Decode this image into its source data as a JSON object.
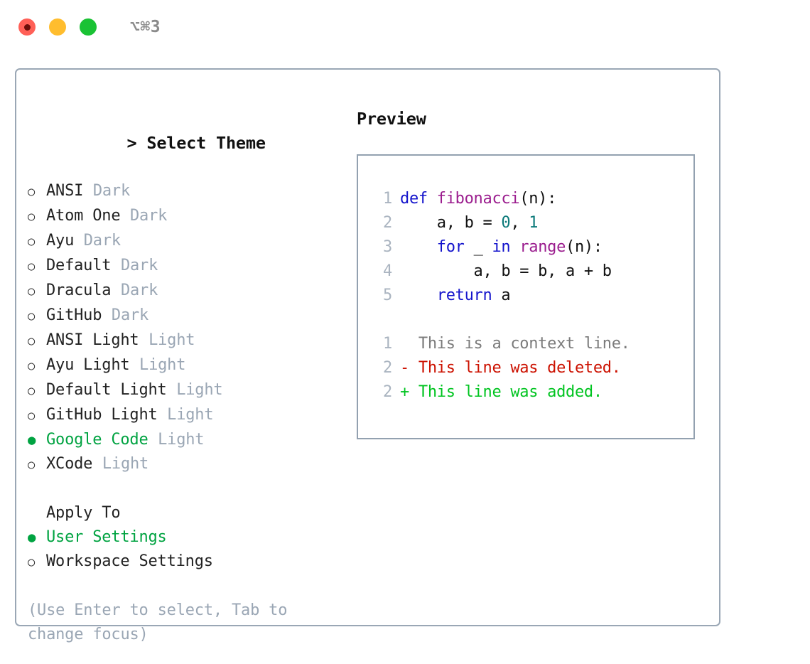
{
  "titlebar": {
    "close_label": "close",
    "minimize_label": "minimize",
    "maximize_label": "maximize",
    "shortcut": "⌥⌘3"
  },
  "theme_panel": {
    "header": "> Select Theme",
    "caret": ">",
    "header_text": "Select Theme",
    "marker_unselected": "○",
    "marker_selected": "●",
    "options": [
      {
        "label": "ANSI",
        "tag": "Dark",
        "selected": false
      },
      {
        "label": "Atom One",
        "tag": "Dark",
        "selected": false
      },
      {
        "label": "Ayu",
        "tag": "Dark",
        "selected": false
      },
      {
        "label": "Default",
        "tag": "Dark",
        "selected": false
      },
      {
        "label": "Dracula",
        "tag": "Dark",
        "selected": false
      },
      {
        "label": "GitHub",
        "tag": "Dark",
        "selected": false
      },
      {
        "label": "ANSI Light",
        "tag": "Light",
        "selected": false
      },
      {
        "label": "Ayu Light",
        "tag": "Light",
        "selected": false
      },
      {
        "label": "Default Light",
        "tag": "Light",
        "selected": false
      },
      {
        "label": "GitHub Light",
        "tag": "Light",
        "selected": false
      },
      {
        "label": "Google Code",
        "tag": "Light",
        "selected": true
      },
      {
        "label": "XCode",
        "tag": "Light",
        "selected": false
      }
    ]
  },
  "apply_to": {
    "header": "Apply To",
    "options": [
      {
        "label": "User Settings",
        "selected": true
      },
      {
        "label": "Workspace Settings",
        "selected": false
      }
    ]
  },
  "hint": "(Use Enter to select, Tab to change focus)",
  "preview": {
    "title": "Preview",
    "code_lines": [
      {
        "num": "1",
        "tokens": [
          {
            "t": "def ",
            "k": "kw"
          },
          {
            "t": "fibonacci",
            "k": "fn"
          },
          {
            "t": "(n):",
            "k": "pl"
          }
        ]
      },
      {
        "num": "2",
        "tokens": [
          {
            "t": "    a, b = ",
            "k": "pl"
          },
          {
            "t": "0",
            "k": "num"
          },
          {
            "t": ", ",
            "k": "pl"
          },
          {
            "t": "1",
            "k": "num"
          }
        ]
      },
      {
        "num": "3",
        "tokens": [
          {
            "t": "    ",
            "k": "pl"
          },
          {
            "t": "for",
            "k": "kw"
          },
          {
            "t": " _ ",
            "k": "pl"
          },
          {
            "t": "in",
            "k": "kw"
          },
          {
            "t": " ",
            "k": "pl"
          },
          {
            "t": "range",
            "k": "fn"
          },
          {
            "t": "(n):",
            "k": "pl"
          }
        ]
      },
      {
        "num": "4",
        "tokens": [
          {
            "t": "        a, b = b, a + b",
            "k": "pl"
          }
        ]
      },
      {
        "num": "5",
        "tokens": [
          {
            "t": "    ",
            "k": "pl"
          },
          {
            "t": "return",
            "k": "kw"
          },
          {
            "t": " a",
            "k": "pl"
          }
        ]
      }
    ],
    "diff_lines": [
      {
        "num": "1",
        "text": "  This is a context line.",
        "kind": "ctx"
      },
      {
        "num": "2",
        "text": "- This line was deleted.",
        "kind": "del"
      },
      {
        "num": "2",
        "text": "+ This line was added.",
        "kind": "add"
      }
    ]
  },
  "colors": {
    "accent_green": "#00a341",
    "muted": "#9aa6b4",
    "border": "#9aa7b5",
    "preview_border": "#93a1b0",
    "keyword": "#1414cc",
    "function": "#9b1d8e",
    "number": "#0c7a7a",
    "diff_delete": "#cc1100",
    "diff_add": "#00c420",
    "line_number": "#aab4c0"
  }
}
